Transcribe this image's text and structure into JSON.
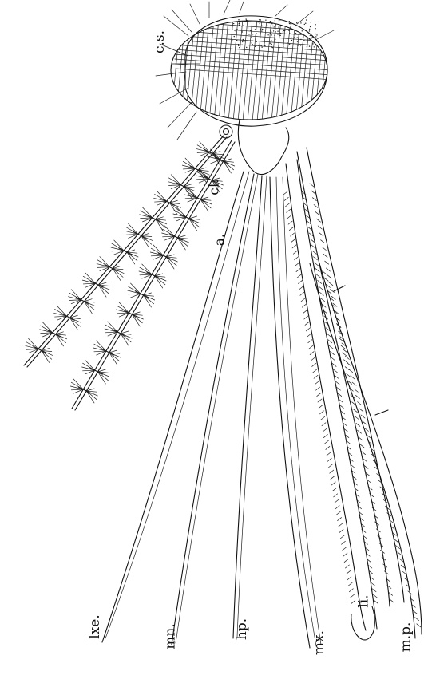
{
  "figure": {
    "labels": {
      "cs": "c.s.",
      "cl": "cl.",
      "a": "a.",
      "lxe": "lxe.",
      "mn": "mn.",
      "hp": "hp.",
      "mx": "mx.",
      "li": "li.",
      "mp": "m.p."
    }
  },
  "colors": {
    "ink": "#111111",
    "background": "#ffffff"
  }
}
